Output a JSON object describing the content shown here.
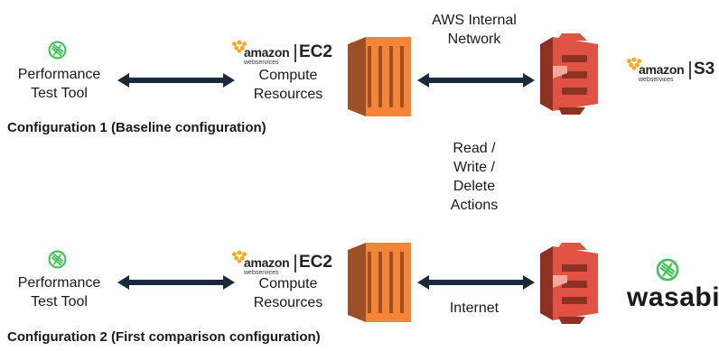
{
  "row1": {
    "tool_label_line1": "Performance",
    "tool_label_line2": "Test Tool",
    "ec2_brand": "amazon",
    "ec2_brand_sub": "webservices",
    "ec2_service": "EC2",
    "compute_line1": "Compute",
    "compute_line2": "Resources",
    "network_line1": "AWS Internal",
    "network_line2": "Network",
    "s3_brand": "amazon",
    "s3_brand_sub": "webservices",
    "s3_service": "S3",
    "config_title": "Configuration 1 (Baseline configuration)"
  },
  "middle": {
    "actions_line1": "Read /",
    "actions_line2": "Write /",
    "actions_line3": "Delete",
    "actions_line4": "Actions"
  },
  "row2": {
    "tool_label_line1": "Performance",
    "tool_label_line2": "Test Tool",
    "ec2_brand": "amazon",
    "ec2_brand_sub": "webservices",
    "ec2_service": "EC2",
    "compute_line1": "Compute",
    "compute_line2": "Resources",
    "network_label": "Internet",
    "storage_brand": "wasabi",
    "config_title": "Configuration 2 (First comparison configuration)"
  },
  "colors": {
    "ec2_orange": "#f58536",
    "ec2_dark": "#9d5025",
    "s3_red": "#e05243",
    "s3_dark": "#8c3123",
    "wasabi_green": "#3ac451",
    "arrow_navy": "#1b2a3a",
    "aws_orange": "#f7a81b"
  },
  "icons": [
    "wasabi-logo-icon",
    "aws-smile-icon",
    "ec2-icon",
    "s3-bucket-icon",
    "double-arrow-icon"
  ]
}
